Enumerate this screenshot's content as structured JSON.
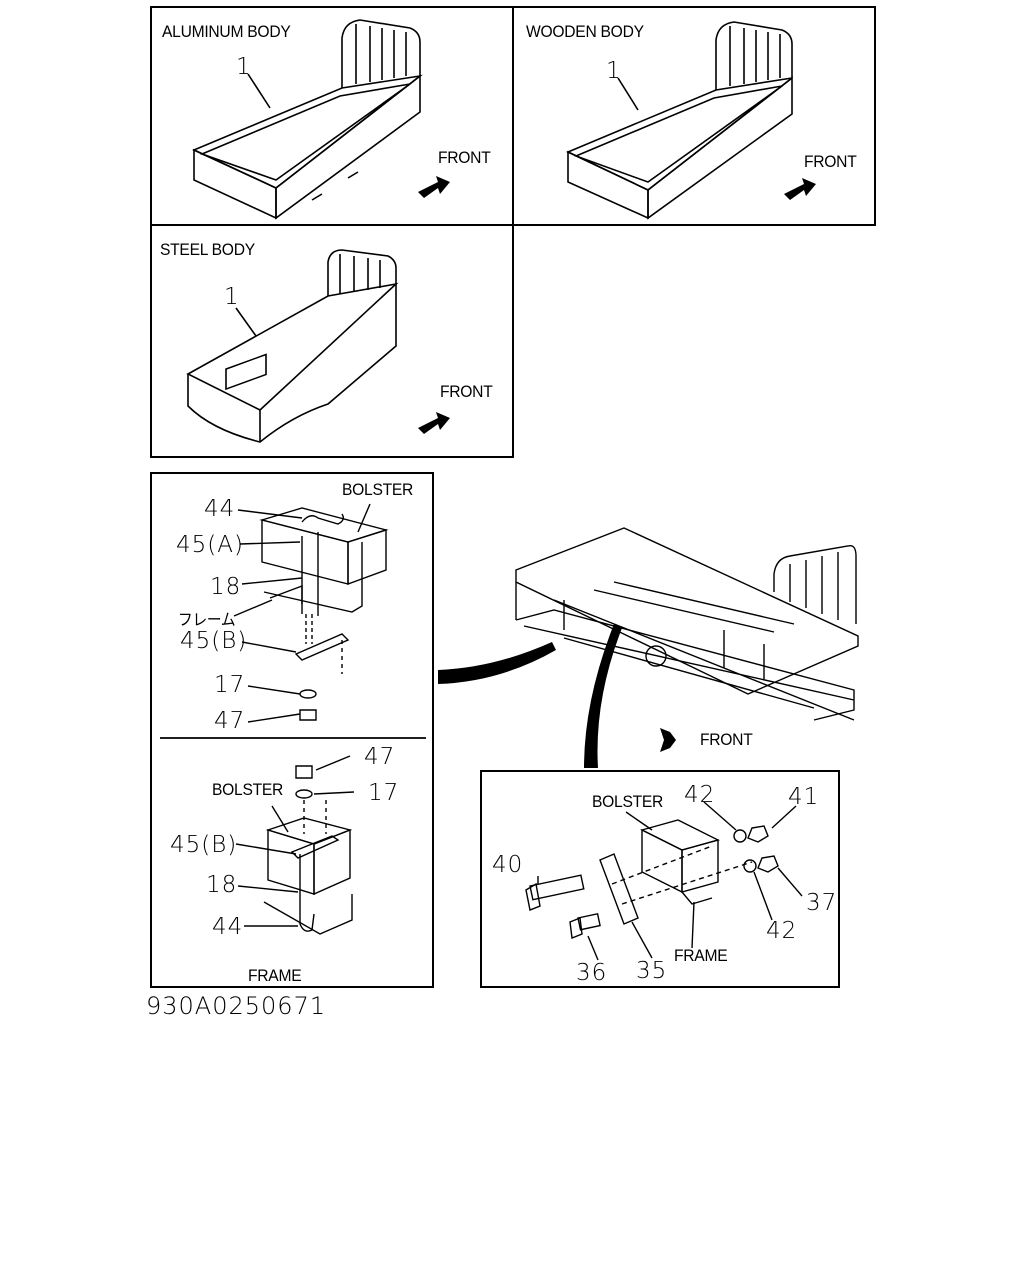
{
  "panels": {
    "aluminum": {
      "title": "ALUMINUM BODY",
      "part_no": "1",
      "front": "FRONT"
    },
    "wooden": {
      "title": "WOODEN BODY",
      "part_no": "1",
      "front": "FRONT"
    },
    "steel": {
      "title": "STEEL BODY",
      "part_no": "1",
      "front": "FRONT"
    }
  },
  "mount_a": {
    "bolster": "BOLSTER",
    "frame_jp": "フレーム",
    "callouts_top": [
      "44",
      "45(A)",
      "18",
      "45(B)",
      "17",
      "47"
    ],
    "callouts_bottom": [
      "47",
      "17",
      "45(B)",
      "18",
      "44"
    ],
    "bolster_bottom": "BOLSTER",
    "frame_bottom": "FRAME"
  },
  "chassis": {
    "front": "FRONT"
  },
  "mount_b": {
    "bolster": "BOLSTER",
    "frame": "FRAME",
    "callouts": [
      "42",
      "41",
      "40",
      "37",
      "42",
      "36",
      "35"
    ]
  },
  "doc_id": "930A0250671"
}
